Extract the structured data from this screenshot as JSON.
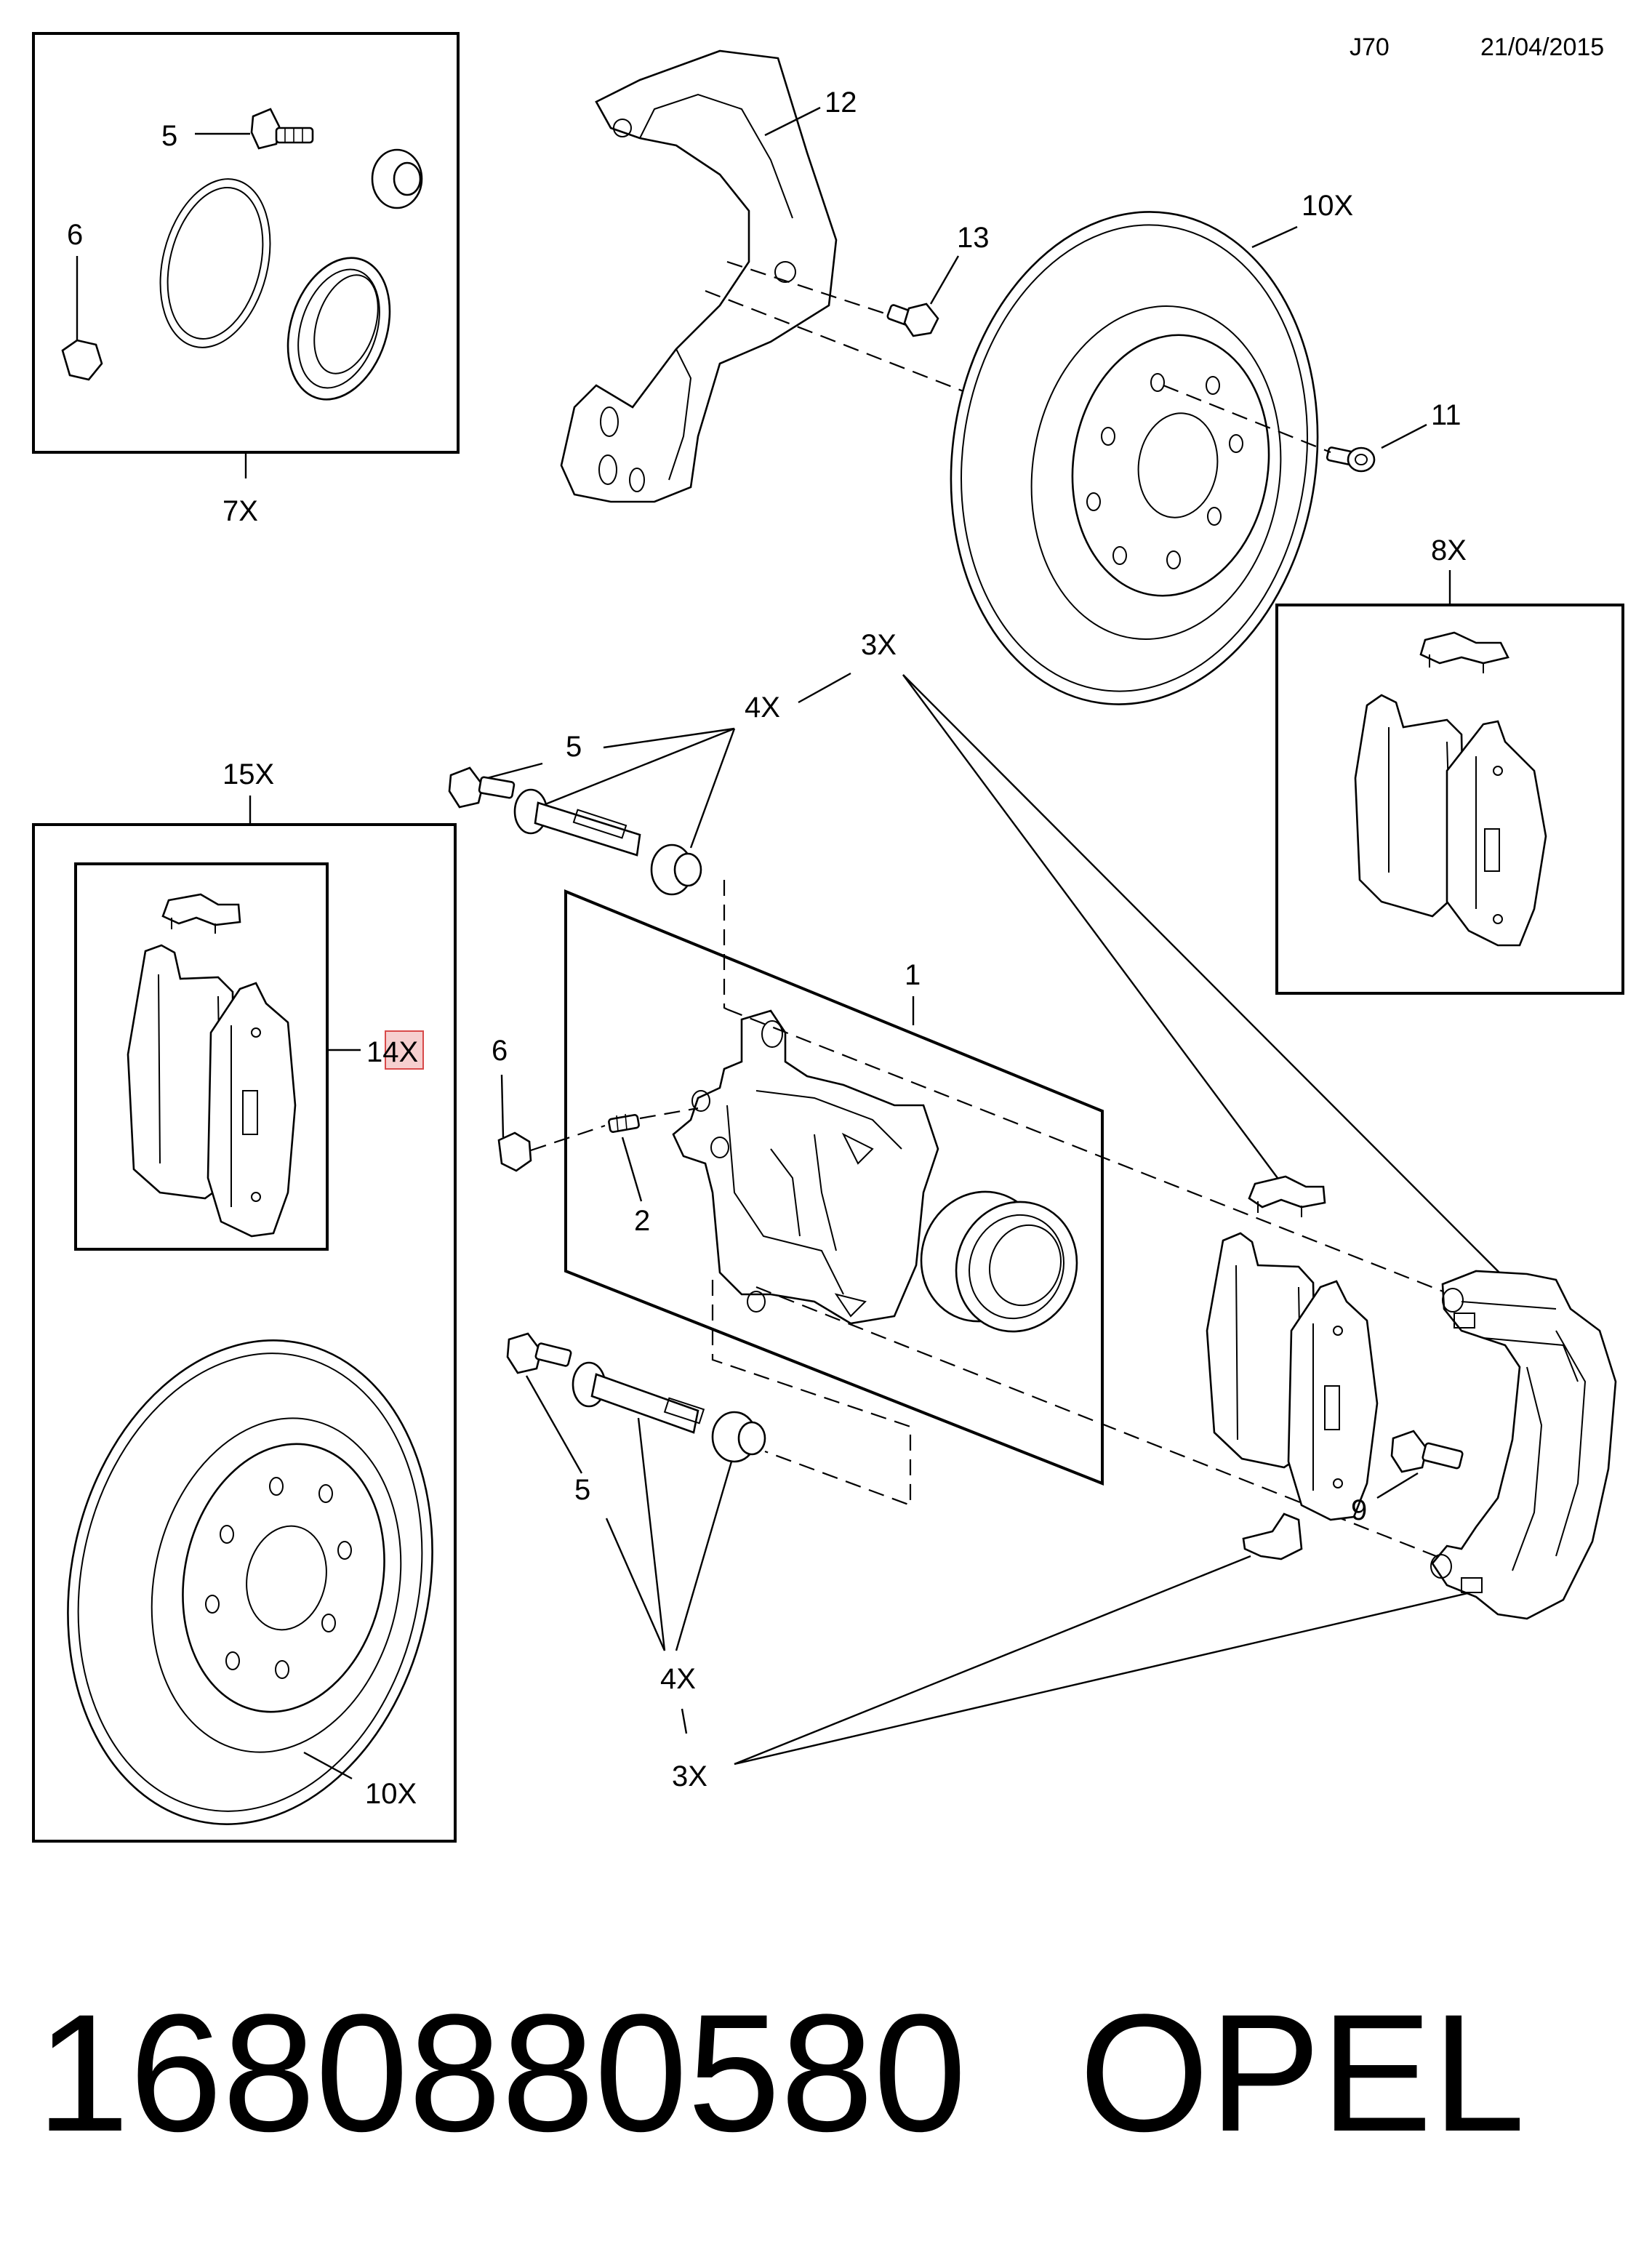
{
  "header": {
    "code": "J70",
    "date": "21/04/2015"
  },
  "labels": {
    "l5_top": "5",
    "l6_top": "6",
    "l7x": "7X",
    "l12": "12",
    "l13": "13",
    "l10x_top": "10X",
    "l11": "11",
    "l8x": "8X",
    "l3x_top": "3X",
    "l4x_top": "4X",
    "l5_mid": "5",
    "l15x": "15X",
    "l14x": "14X",
    "l1": "1",
    "l6_mid": "6",
    "l2": "2",
    "l9": "9",
    "l5_low": "5",
    "l4x_low": "4X",
    "l3x_low": "3X",
    "l10x_low": "10X"
  },
  "footer": {
    "part_number": "1680880580",
    "brand": "OPEL"
  }
}
